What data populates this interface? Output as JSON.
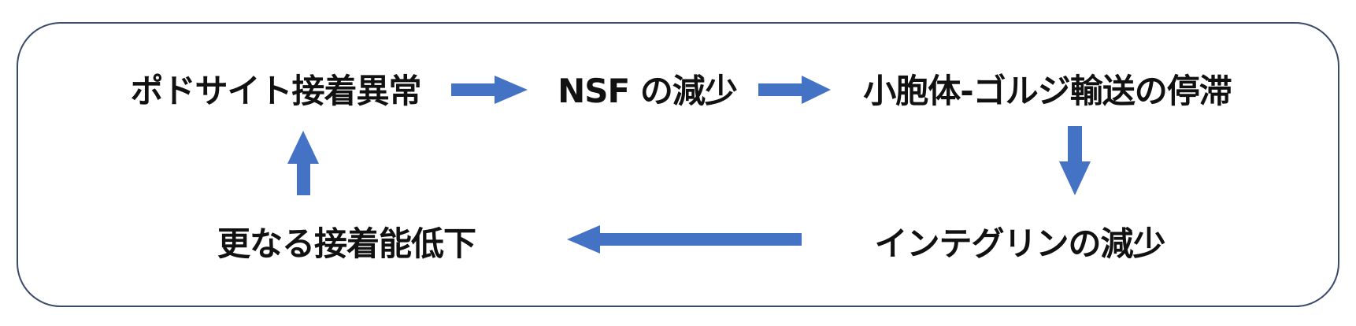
{
  "diagram": {
    "nodes": {
      "adhesion_abnormality": "ポドサイト接着異常",
      "nsf_decrease": "NSF の減少",
      "golgi_stagnation": "小胞体-ゴルジ輸送の停滞",
      "integrin_decrease": "インテグリンの減少",
      "further_adhesion_decline": "更なる接着能低下"
    },
    "colors": {
      "arrow": "#4472c4",
      "border": "#3a4a6b",
      "text": "#111111"
    },
    "edges": [
      {
        "from": "adhesion_abnormality",
        "to": "nsf_decrease"
      },
      {
        "from": "nsf_decrease",
        "to": "golgi_stagnation"
      },
      {
        "from": "golgi_stagnation",
        "to": "integrin_decrease"
      },
      {
        "from": "integrin_decrease",
        "to": "further_adhesion_decline"
      },
      {
        "from": "further_adhesion_decline",
        "to": "adhesion_abnormality"
      }
    ]
  }
}
